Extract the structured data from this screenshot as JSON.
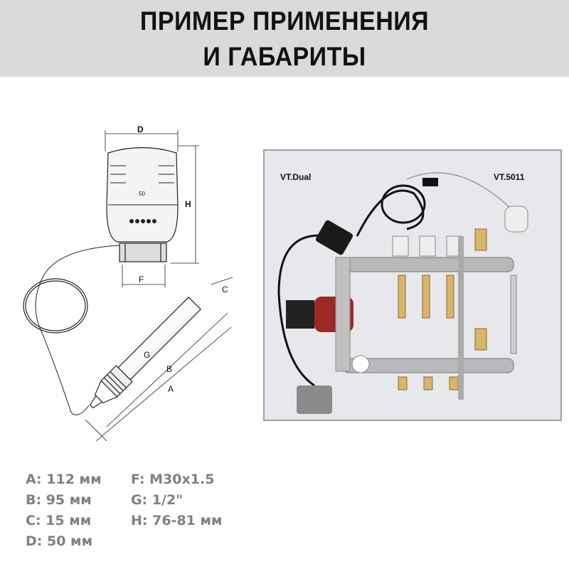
{
  "header": {
    "line1": "ПРИМЕР ПРИМЕНЕНИЯ",
    "line2": "И ГАБАРИТЫ"
  },
  "drawing": {
    "labels": {
      "d": "D",
      "h": "H",
      "f": "F",
      "c": "C",
      "g": "G",
      "b": "B",
      "a": "A",
      "scale": "50"
    }
  },
  "photo": {
    "labels": {
      "dual": "VT.Dual",
      "head": "VT.5011"
    }
  },
  "specs": {
    "left": [
      "A: 112 мм",
      "B: 95 мм",
      "C: 15 мм",
      "D: 50 мм"
    ],
    "right": [
      "F: M30x1.5",
      "G: 1/2\"",
      "H: 76-81 мм"
    ]
  },
  "colors": {
    "header_bg": "#dadada",
    "spec_text": "#808080",
    "pump_red": "#9b2a24"
  }
}
